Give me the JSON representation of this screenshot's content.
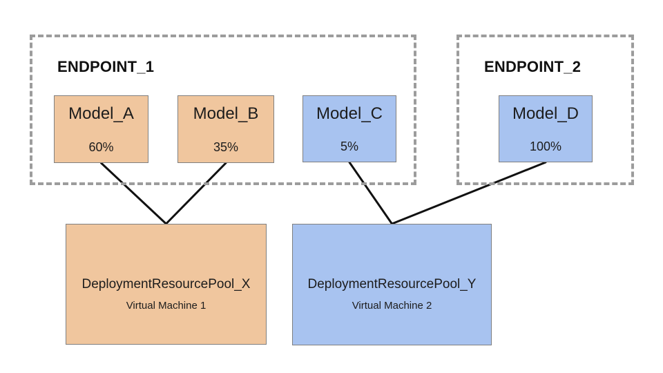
{
  "diagram": {
    "endpoints": [
      {
        "id": "endpoint_1",
        "label": "ENDPOINT_1",
        "models": [
          {
            "id": "model_a",
            "label": "Model_A",
            "traffic_split": "60%",
            "fill": "orange"
          },
          {
            "id": "model_b",
            "label": "Model_B",
            "traffic_split": "35%",
            "fill": "orange"
          },
          {
            "id": "model_c",
            "label": "Model_C",
            "traffic_split": "5%",
            "fill": "blue"
          }
        ]
      },
      {
        "id": "endpoint_2",
        "label": "ENDPOINT_2",
        "models": [
          {
            "id": "model_d",
            "label": "Model_D",
            "traffic_split": "100%",
            "fill": "blue"
          }
        ]
      }
    ],
    "pools": [
      {
        "id": "pool_x",
        "label": "DeploymentResourcePool_X",
        "machine": "Virtual Machine 1",
        "fill": "orange"
      },
      {
        "id": "pool_y",
        "label": "DeploymentResourcePool_Y",
        "machine": "Virtual Machine 2",
        "fill": "blue"
      }
    ],
    "connections": [
      {
        "from": "model_a",
        "to": "pool_x"
      },
      {
        "from": "model_b",
        "to": "pool_x"
      },
      {
        "from": "model_c",
        "to": "pool_y"
      },
      {
        "from": "model_d",
        "to": "pool_y"
      }
    ],
    "colors": {
      "orange": "#f0c69e",
      "blue": "#a8c3f0",
      "node_border": "#7f7f7f",
      "dashed_border": "#9c9c9c",
      "connector": "#111111",
      "text": "#1c1c1c"
    }
  }
}
